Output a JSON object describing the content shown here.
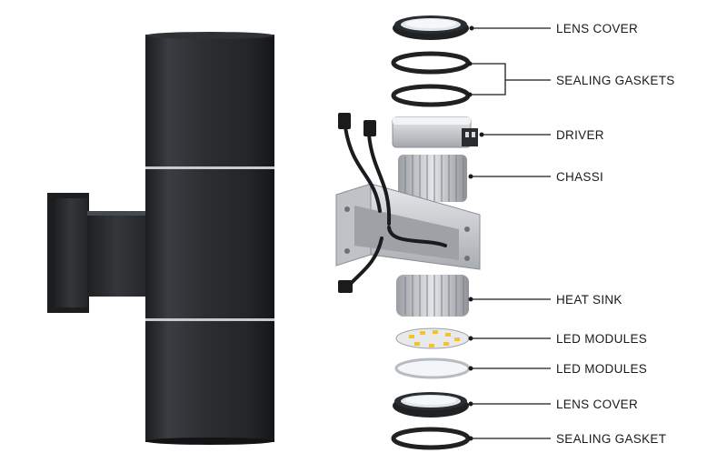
{
  "diagram": {
    "labels": [
      {
        "id": "lens-cover-top",
        "text": "LENS COVER"
      },
      {
        "id": "sealing-gaskets",
        "text": "SEALING GASKETS"
      },
      {
        "id": "driver",
        "text": "DRIVER"
      },
      {
        "id": "chassi",
        "text": "CHASSI"
      },
      {
        "id": "heat-sink",
        "text": "HEAT SINK"
      },
      {
        "id": "led-modules-1",
        "text": "LED MODULES"
      },
      {
        "id": "led-modules-2",
        "text": "LED MODULES"
      },
      {
        "id": "lens-cover-bottom",
        "text": "LENS COVER"
      },
      {
        "id": "sealing-gasket",
        "text": "SEALING GASKET"
      }
    ]
  },
  "colors": {
    "fixture_body": "#2b2e31",
    "label_text": "#1a1a1a",
    "aluminum": "#c9ccd0"
  }
}
